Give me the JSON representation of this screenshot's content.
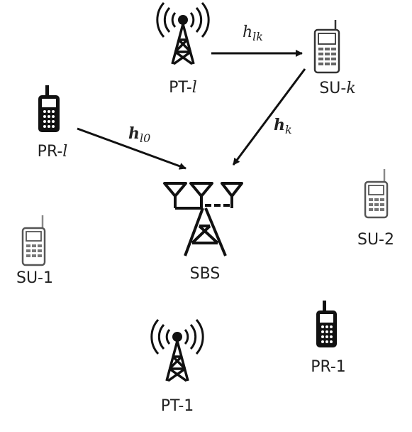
{
  "nodes": {
    "pt_l": {
      "prefix": "PT-",
      "suffix": "l"
    },
    "su_k": {
      "prefix": "SU-",
      "suffix": "k"
    },
    "pr_l": {
      "prefix": "PR-",
      "suffix": "l"
    },
    "sbs": {
      "label": "SBS"
    },
    "su_2": {
      "label": "SU-2"
    },
    "su_1": {
      "label": "SU-1"
    },
    "pt_1": {
      "label": "PT-1"
    },
    "pr_1": {
      "label": "PR-1"
    }
  },
  "links": {
    "h_lk": {
      "symbol": "h",
      "sub": "lk"
    },
    "h_l0": {
      "symbol": "h",
      "sub": "l0"
    },
    "h_k": {
      "symbol": "h",
      "sub": "k"
    }
  },
  "colors": {
    "ink": "#111111",
    "device": "#333333",
    "device_light": "#888888"
  }
}
